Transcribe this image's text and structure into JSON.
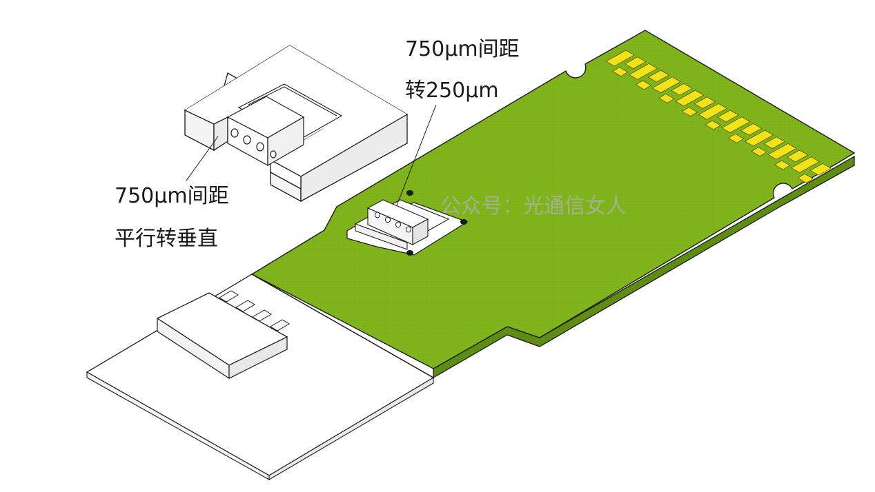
{
  "labels": {
    "top_line1": "750µm间距",
    "top_line2": "转250µm",
    "left_line1": "750µm间距",
    "left_line2": "平行转垂直"
  },
  "watermark": "公众号：光通信女人",
  "colors": {
    "pcb_green": "#7fb31c",
    "pcb_edge": "#5f8c12",
    "gold_finger": "#f2e21c",
    "outline": "#1a1a1a",
    "white_part": "#ffffff"
  }
}
